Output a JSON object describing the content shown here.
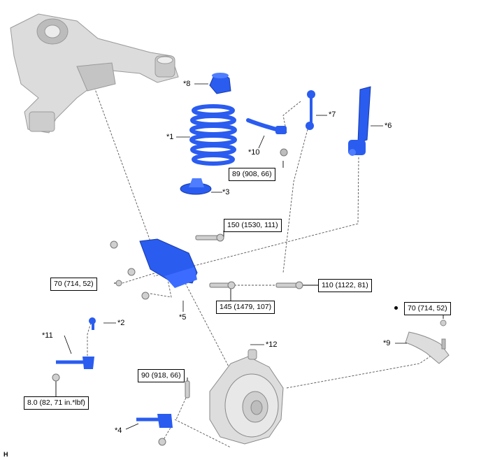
{
  "parts": [
    {
      "callout": "*8"
    },
    {
      "callout": "*1"
    },
    {
      "callout": "*3"
    },
    {
      "callout": "*10"
    },
    {
      "callout": "*7"
    },
    {
      "callout": "*6"
    },
    {
      "callout": "*5"
    },
    {
      "callout": "*2"
    },
    {
      "callout": "*11"
    },
    {
      "callout": "*12"
    },
    {
      "callout": "*9"
    },
    {
      "callout": "*4"
    }
  ],
  "torques": [
    {
      "spec": "89 (908, 66)"
    },
    {
      "spec": "150 (1530, 111)"
    },
    {
      "spec": "70 (714, 52)"
    },
    {
      "spec": "110 (1122, 81)"
    },
    {
      "spec": "145 (1479, 107)"
    },
    {
      "spec": "70 (714, 52)"
    },
    {
      "spec": "90 (918, 66)"
    },
    {
      "spec": "8.0 (82, 71 in.*lbf)"
    }
  ],
  "corner_mark": "H",
  "colors": {
    "part_blue": "#2a5cf0",
    "frame_gray": "#d9d9d9",
    "line": "#555555"
  }
}
